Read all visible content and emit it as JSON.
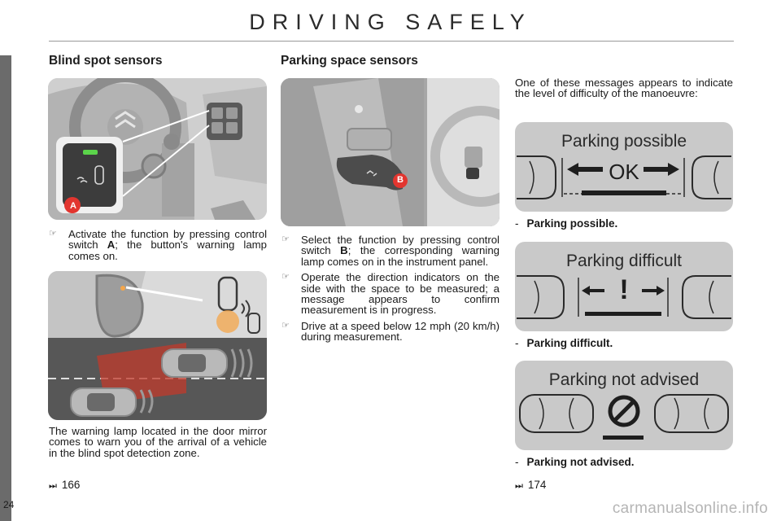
{
  "page": {
    "title": "DRIVING SAFELY",
    "number": "24",
    "watermark": "carmanualsonline.info"
  },
  "blind_spot": {
    "heading": "Blind spot sensors",
    "switch_letter": "A",
    "bullet_pre": "Activate the function by pressing control switch ",
    "bullet_bold": "A",
    "bullet_post": "; the button's warning lamp comes on.",
    "paragraph": "The warning lamp located in the door mirror comes to warn you of the arrival of a vehicle in the blind spot detection zone.",
    "ref": "166"
  },
  "parking": {
    "heading": "Parking space sensors",
    "switch_letter": "B",
    "bullets": [
      {
        "pre": "Select the function by pressing control switch ",
        "bold": "B",
        "post": "; the corresponding warning lamp comes on in the instrument panel."
      },
      {
        "pre": "Operate the direction indicators on the side with the space to be measured; a message appears to confirm measurement is in progress.",
        "bold": "",
        "post": ""
      },
      {
        "pre": "Drive at a speed below 12 mph (20 km/h) during measurement.",
        "bold": "",
        "post": ""
      }
    ],
    "intro": "One of these messages appears to indicate the level of difficulty of the manoeuvre:",
    "messages": [
      {
        "display": "Parking possible",
        "symbol": "OK",
        "caption": "Parking possible."
      },
      {
        "display": "Parking difficult",
        "symbol": "!",
        "caption": "Parking difficult."
      },
      {
        "display": "Parking not advised",
        "symbol": "no-entry-icon",
        "caption": "Parking not advised."
      }
    ],
    "ref": "174"
  },
  "colors": {
    "warning_lamp_green": "#5bd44a",
    "button_red": "#e2352f",
    "blind_zone_red": "#c0392b",
    "lamp_orange": "#f4a64a"
  }
}
